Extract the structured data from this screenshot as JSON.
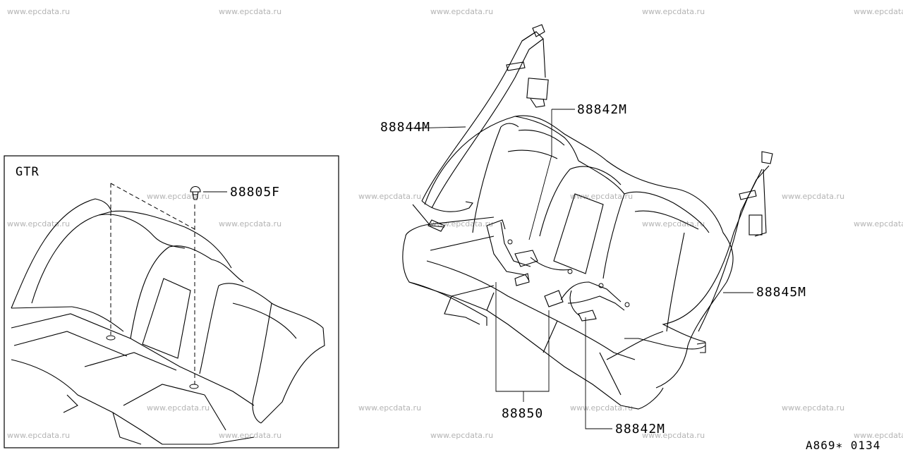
{
  "watermark": "www.epcdata.ru",
  "inset": {
    "label": "GTR"
  },
  "callouts": {
    "seatbelt_clip": "88805F",
    "rear_belt_left": "88844M",
    "buckle_upper": "88842M",
    "rear_belt_right": "88845M",
    "center_lap_belt": "88850",
    "buckle_lower": "88842M"
  },
  "diagram_code": "A869∗ 0134"
}
